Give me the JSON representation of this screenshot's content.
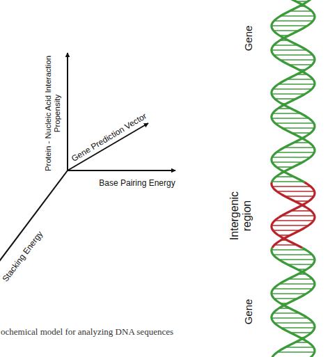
{
  "diagram": {
    "caption": "ochemical model for analyzing DNA sequences",
    "labels": [
      "Protein - Nucleic Acid Interaction Propensity",
      "Gene Prediction Vector",
      "Base Pairing Energy",
      "Stacking Energy",
      "Gene",
      "Intergenic region",
      "Gene"
    ]
  }
}
